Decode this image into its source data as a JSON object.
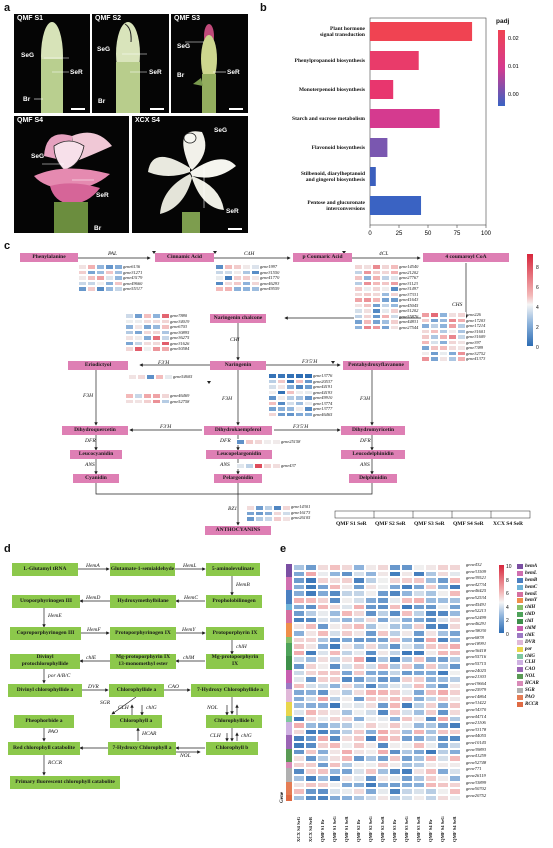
{
  "panel_labels": {
    "a": "a",
    "b": "b",
    "c": "c",
    "d": "d",
    "e": "e"
  },
  "panel_a": {
    "photos": [
      {
        "title": "QMF S1",
        "labels": [
          "SeG",
          "SeR",
          "Br"
        ]
      },
      {
        "title": "QMF S2",
        "labels": [
          "SeG",
          "SeR",
          "Br"
        ]
      },
      {
        "title": "QMF S3",
        "labels": [
          "SeG",
          "SeR",
          "Br"
        ]
      },
      {
        "title": "QMF S4",
        "labels": [
          "SeG",
          "SeR",
          "Br"
        ]
      },
      {
        "title": "XCX S4",
        "labels": [
          "SeG",
          "SeR"
        ]
      }
    ]
  },
  "chart_data": {
    "type": "bar",
    "orientation": "horizontal",
    "categories": [
      "Plant hormone signal transduction",
      "Phenylpropanoid biosynthesis",
      "Monoterpenoid biosynthesis",
      "Starch and sucrose metabolism",
      "Flavonoid biosynthesis",
      "Stilbenoid, diarylheptanoid and gingerol biosynthesis",
      "Pentose and glucuronate interconversions"
    ],
    "category_lines": [
      [
        "Plant hormone",
        "signal transduction"
      ],
      [
        "Phenylpropanoid biosynthesis"
      ],
      [
        "Monoterpenoid biosynthesis"
      ],
      [
        "Starch and sucrose metabolism"
      ],
      [
        "Flavonoid biosynthesis"
      ],
      [
        "Stilbenoid, diarylheptanoid",
        "and gingerol biosynthesis"
      ],
      [
        "Pentose and glucuronate",
        "interconversions"
      ]
    ],
    "values": [
      88,
      42,
      20,
      60,
      15,
      5,
      44
    ],
    "colors": [
      "#f04352",
      "#e93b6a",
      "#e8366e",
      "#d53a8f",
      "#7a57b0",
      "#3b5fbd",
      "#3a63c3"
    ],
    "xticks": [
      0,
      25,
      50,
      75,
      100
    ],
    "xlim": [
      0,
      100
    ],
    "legend_title": "padj",
    "legend_ticks": [
      "0.02",
      "0.01",
      "0.00"
    ]
  },
  "panel_c": {
    "compounds": {
      "phe": "Phenylalanine",
      "cin": "Cinnamic Acid",
      "cou": "p Coumaric Acid",
      "coa": "4 coumaroyl CoA",
      "nch": "Naringenin chalcone",
      "nar": "Naringenin",
      "eri": "Eriodictyol",
      "pen": "Pentahydroxyflavanone",
      "dhq": "Dihydroquercetin",
      "dhk": "Dihydrokaempferol",
      "dhm": "Dihydromyricetin",
      "lcy": "Leucocyanidin",
      "lpe": "Leucopelargonidin",
      "lde": "Leucodelphinidin",
      "cya": "Cyanidin",
      "pel": "Pelargonidin",
      "del": "Delphinidin",
      "ant": "ANTHOCYANINS"
    },
    "enzymes": {
      "pal": "PAL",
      "c4h": "C4H",
      "fcl": "4CL",
      "chs": "CHS",
      "chi": "CHI",
      "f3h_a": "F3'H",
      "f35h_a": "F3'5'H",
      "f3h1": "F3H",
      "f3h2": "F3H",
      "f3h3": "F3H",
      "f3h_b": "F3'H",
      "f35h_b": "F3'5'H",
      "dfr1": "DFR",
      "dfr2": "DFR",
      "dfr3": "DFR",
      "ans1": "ANS",
      "ans2": "ANS",
      "ans3": "ANS",
      "bz1": "BZ1"
    },
    "gene_lists": {
      "pal": "gene6136\ngene31271\ngene43179\ngene49660\ngene55317",
      "c4h": "gene1997\ngene31550\ngene41770\ngene46293\ngene49559",
      "fcl": "gene14540\ngene21202\ngene27767\ngene31123\ngene31497\ngene37331\ngene41643\ngene45045\ngene51202\ngene55876\ngene44831\ngene27544",
      "chs": "gene226\ngene17203\ngene17214\ngene31601\ngene31609\ngene397\ngene7389\ngene32752\ngene41373",
      "chi": "gene7880\ngene34019\ngene6703\ngene30895\ngene36275\ngene31626\ngene50584",
      "f3ph": "gene54605",
      "f35h": "gene13776\ngene20537\ngene44191\ngene44193\ngene49910\ngene13774\ngene13777\ngene46465",
      "f3h": "gene46469\ngene52758",
      "dfr": "gene25158",
      "ans": "gene437",
      "bz1": "gene14301\ngene16173\ngene26105"
    },
    "legend_ticks": [
      "8",
      "6",
      "4",
      "2",
      "0"
    ],
    "samples": [
      "QMF S1 SeR",
      "QMF S2 SeR",
      "QMF S3 SeR",
      "QMF S4 SeR",
      "XCX S4 SeR"
    ]
  },
  "panel_d": {
    "boxes": {
      "b1": "L-Glutamyl tRNA",
      "b2": "Glutamate-1-semialdehyde",
      "b3": "5-aminolevulinate",
      "b4": "Uroporphyrinogen III",
      "b5": "Hydroxymethylbilane",
      "b6": "Propholobilinogen",
      "b7": "Coproporphyrinogen III",
      "b8": "Protoporphyrinogen IX",
      "b9": "Protoporphyrin IX",
      "b10a": "Divinyl",
      "b10b": "protochlorophyllide",
      "b11a": "Mg-protoporphyrin IX",
      "b11b": "13-monomethyl ester",
      "b12a": "Mg-protoporphyrin",
      "b12b": "IX",
      "b13": "Divinyl chlorophyllide a",
      "b14": "Chlorophyllide a",
      "b15": "7-Hydroxy Chlorophyllide a",
      "b16": "Pheophorbide a",
      "b17": "Chlorophyll a",
      "b18": "Chlorophyllide b",
      "b19": "Red chlorophyll catabolite",
      "b20": "7-Hydroxy Chlorophyll a",
      "b21": "Chlorophyll b",
      "b22": "Primary fluorescent chlorophyll catabolite"
    },
    "enzymes": {
      "hemA": "HemA",
      "hemL": "HemL",
      "hemB": "HemB",
      "hemD": "HemD",
      "hemC": "HemC",
      "hemE": "HemE",
      "hemF": "HemF",
      "hemY": "HemY",
      "chlH": "chlH",
      "chlE": "chlE",
      "chlM": "chlM",
      "por": "por A/B/C",
      "dvr": "DVR",
      "cao1": "CAO",
      "sgr": "SGR",
      "clh1": "CLH",
      "chlG1": "chlG",
      "nol1": "NOL",
      "clh2": "CLH",
      "chlG2": "chlG",
      "pao": "PAO",
      "hcar": "HCAR",
      "nol2": "NOL",
      "rccr": "RCCR"
    }
  },
  "panel_e": {
    "genes": [
      "gene432",
      "gene31509",
      "gene39521",
      "gene42734",
      "gene46425",
      "gene52534",
      "gene45491",
      "gene52213",
      "gene52499",
      "gene46291",
      "gene38030",
      "gene6878",
      "gene18991",
      "gene36418",
      "gene55716",
      "gene55715",
      "gene24025",
      "gene21303",
      "gene19664",
      "gene25979",
      "gene14864",
      "gene31422",
      "gene34370",
      "gene44714",
      "gene21106",
      "gene33178",
      "gene44055",
      "gene10145",
      "gene39893",
      "gene41259",
      "gene52748",
      "gene771",
      "gene26119",
      "gene33899",
      "gene50702",
      "gene20752"
    ],
    "samples": [
      "XCX S4 SeG",
      "XCX S4 SeR",
      "QMF S1 Br",
      "QMF S1 SeG",
      "QMF S1 SeR",
      "QMF S2 Br",
      "QMF S2 SeG",
      "QMF S2 SeR",
      "QMF S3 Br",
      "QMF S3 SeG",
      "QMF S3 SeR",
      "QMF S4 Br",
      "QMF S4 SeG",
      "QMF S4 SeR"
    ],
    "gene_axis_label": "Gene",
    "scale_ticks": [
      "10",
      "8",
      "6",
      "4",
      "2",
      "0"
    ],
    "legend": [
      {
        "name": "hemA",
        "color": "#7b4fa3"
      },
      {
        "name": "hemL",
        "color": "#d06fb0"
      },
      {
        "name": "hemB",
        "color": "#4a7fc0"
      },
      {
        "name": "hemC",
        "color": "#6fb3d8"
      },
      {
        "name": "hemE",
        "color": "#d66fa0"
      },
      {
        "name": "hemY",
        "color": "#ef8f4a"
      },
      {
        "name": "chlH",
        "color": "#86c06b"
      },
      {
        "name": "chlD",
        "color": "#4ea35a"
      },
      {
        "name": "chlI",
        "color": "#3e8f4a"
      },
      {
        "name": "chlM",
        "color": "#c85fb0"
      },
      {
        "name": "chlE",
        "color": "#9c79c4"
      },
      {
        "name": "DVR",
        "color": "#e0b8d8"
      },
      {
        "name": "por",
        "color": "#e9d64b"
      },
      {
        "name": "chlG",
        "color": "#7ec8a0"
      },
      {
        "name": "CLH",
        "color": "#cfb1e2"
      },
      {
        "name": "CAO",
        "color": "#9b65b5"
      },
      {
        "name": "NOL",
        "color": "#5a9a55"
      },
      {
        "name": "HCAR",
        "color": "#d98ab8"
      },
      {
        "name": "SGR",
        "color": "#b0b0b0"
      },
      {
        "name": "PAO",
        "color": "#e57d55"
      },
      {
        "name": "RCCR",
        "color": "#df6a43"
      }
    ]
  }
}
